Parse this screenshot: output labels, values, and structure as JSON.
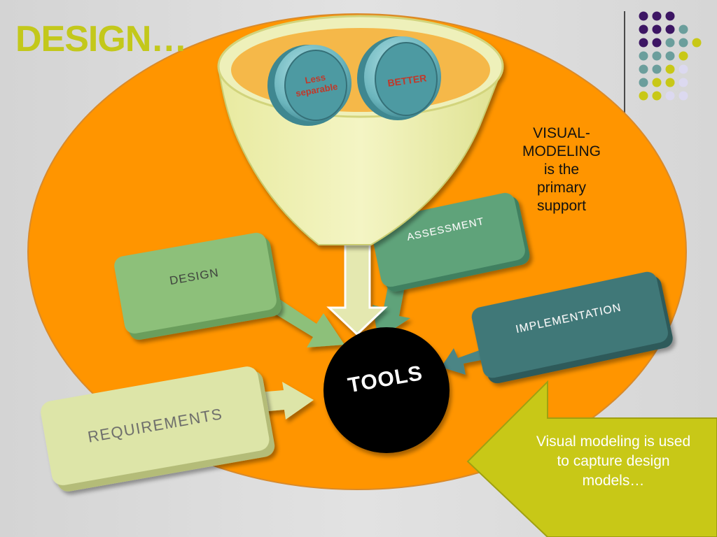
{
  "slide": {
    "title": "DESIGN…"
  },
  "funnel": {
    "discs": [
      {
        "label_lines": [
          "Less",
          "separable"
        ],
        "color": "#c0392b"
      },
      {
        "label_lines": [
          "BETTER"
        ],
        "color": "#c0392b"
      }
    ]
  },
  "boxes": {
    "design": {
      "label": "DESIGN",
      "color": "#8dc07a"
    },
    "assessment": {
      "label": "ASSESSMENT",
      "color": "#5fa37a"
    },
    "implementation": {
      "label": "IMPLEMENTATION",
      "color": "#3f7878"
    },
    "requirements": {
      "label": "REQUIREMENTS",
      "color": "#dde5a8"
    }
  },
  "center": {
    "label": "TOOLS"
  },
  "side_note": {
    "text_lines": [
      "VISUAL-",
      "MODELING",
      "is the",
      "primary",
      "support"
    ]
  },
  "callout": {
    "text_lines": [
      "Visual modeling is used",
      "to capture design",
      "models…"
    ],
    "color": "#c8c817"
  },
  "theme_colors": {
    "orange": "#ff9500",
    "purple": "#3d1664",
    "teal": "#6b9e9c",
    "olive": "#c8c817",
    "lavender": "#dcd9f0"
  }
}
